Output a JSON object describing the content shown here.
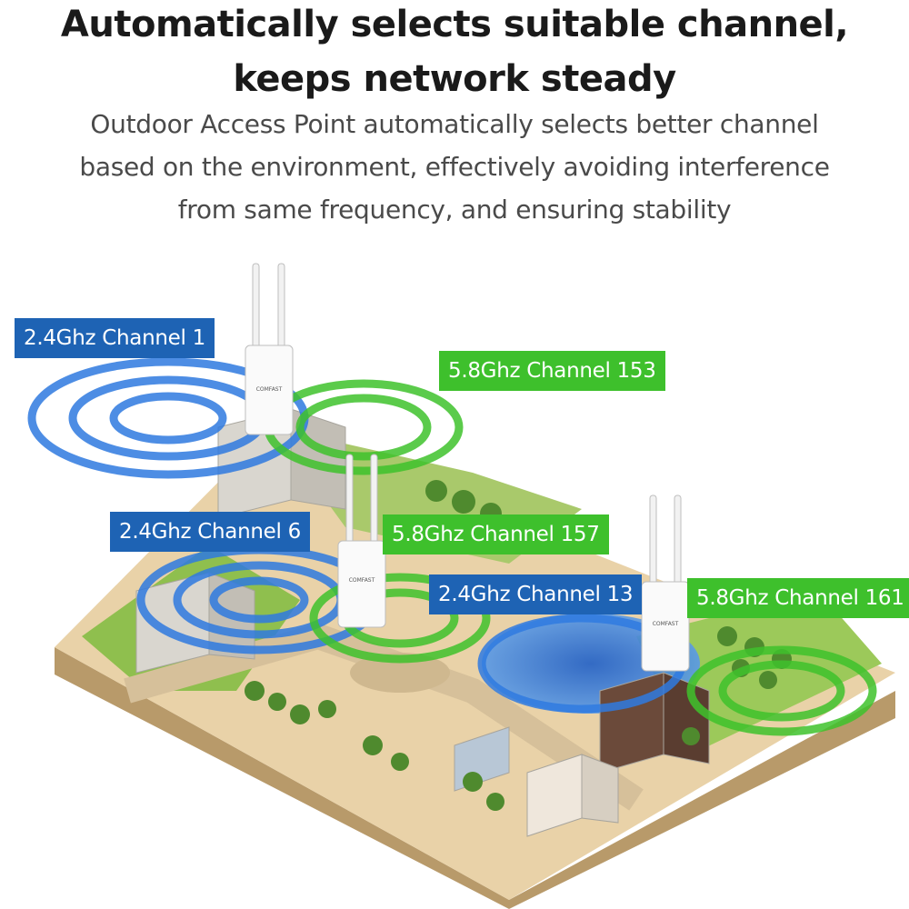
{
  "headline": {
    "line1": "Automatically selects suitable channel,",
    "line2": "keeps network steady"
  },
  "description": {
    "line1": "Outdoor Access Point automatically selects better channel",
    "line2": "based on the environment, effectively avoiding interference",
    "line3": "from same frequency, and ensuring stability"
  },
  "channel_labels": [
    {
      "text": "2.4Ghz Channel 1",
      "band": "2.4Ghz",
      "color": "#1e63b4"
    },
    {
      "text": "5.8Ghz Channel 153",
      "band": "5.8Ghz",
      "color": "#3ec02c"
    },
    {
      "text": "2.4Ghz Channel 6",
      "band": "2.4Ghz",
      "color": "#1e63b4"
    },
    {
      "text": "5.8Ghz Channel 157",
      "band": "5.8Ghz",
      "color": "#3ec02c"
    },
    {
      "text": "2.4Ghz Channel 13",
      "band": "2.4Ghz",
      "color": "#1e63b4"
    },
    {
      "text": "5.8Ghz Channel 161",
      "band": "5.8Ghz",
      "color": "#3ec02c"
    }
  ],
  "device_brand": "COMFAST",
  "colors": {
    "band_24": "#1e63b4",
    "band_58": "#3ec02c",
    "ground": "#e8cfa6",
    "lawn": "#8fbf4e",
    "water": "#3b7bd6"
  }
}
